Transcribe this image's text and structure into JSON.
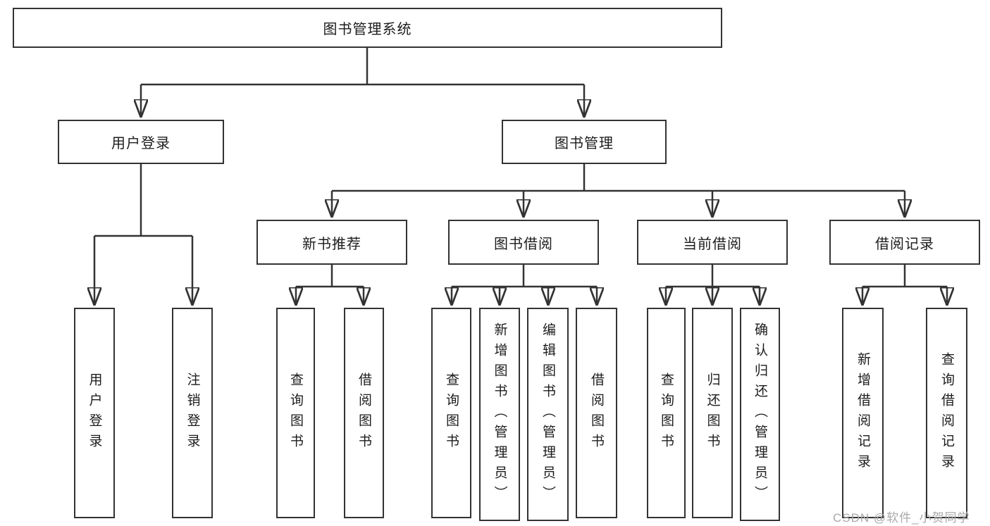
{
  "tree": {
    "root": {
      "label": "图书管理系统"
    },
    "branches": [
      {
        "label": "用户登录",
        "children": [
          {
            "label": "用户登录"
          },
          {
            "label": "注销登录"
          }
        ]
      },
      {
        "label": "图书管理",
        "sections": [
          {
            "label": "新书推荐",
            "children": [
              {
                "label": "查询图书"
              },
              {
                "label": "借阅图书"
              }
            ]
          },
          {
            "label": "图书借阅",
            "children": [
              {
                "label": "查询图书"
              },
              {
                "label": "新增图书（管理员）"
              },
              {
                "label": "编辑图书（管理员）"
              },
              {
                "label": "借阅图书"
              }
            ]
          },
          {
            "label": "当前借阅",
            "children": [
              {
                "label": "查询图书"
              },
              {
                "label": "归还图书"
              },
              {
                "label": "确认归还（管理员）"
              }
            ]
          },
          {
            "label": "借阅记录",
            "children": [
              {
                "label": "新增借阅记录"
              },
              {
                "label": "查询借阅记录"
              }
            ]
          }
        ]
      }
    ]
  },
  "watermark": "CSDN @软件_小贺同学",
  "colors": {
    "line": "#333333",
    "box_border": "#333333",
    "box_fill": "#ffffff",
    "text": "#1c1c1c",
    "watermark": "#a9a9a9",
    "background": "#ffffff"
  }
}
